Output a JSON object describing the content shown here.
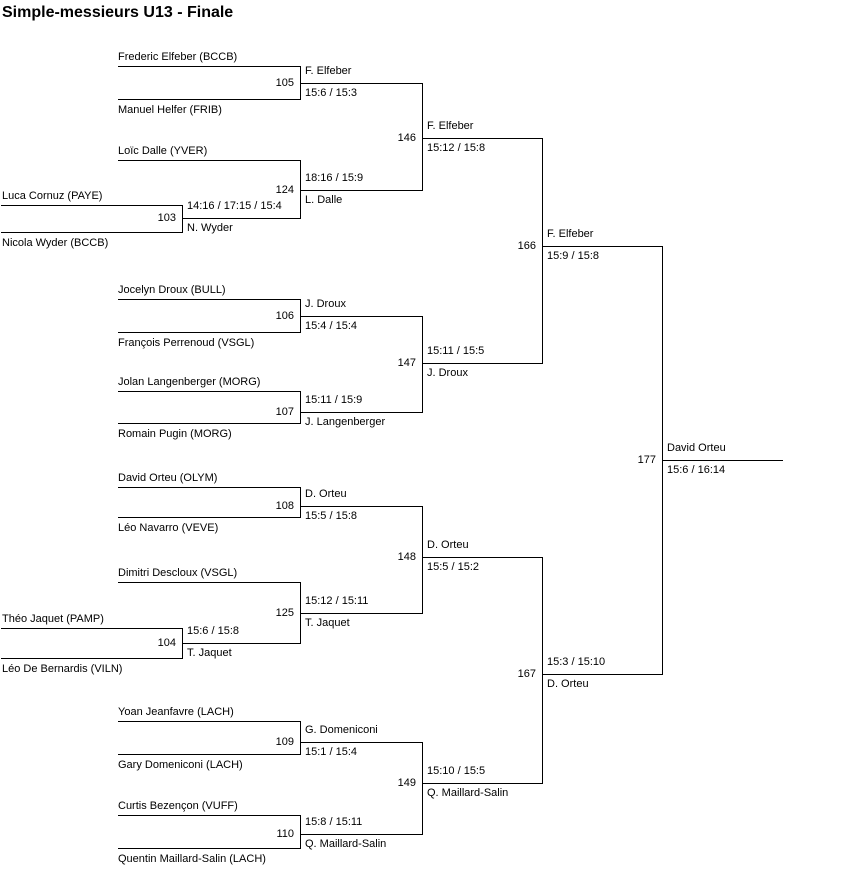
{
  "title": "Simple-messieurs U13 - Finale",
  "colors": {
    "background": "#ffffff",
    "line": "#000000",
    "text": "#000000"
  },
  "bracket": {
    "matches": [
      {
        "number": "103",
        "player1": "Luca Cornuz (PAYE)",
        "player2": "Nicola Wyder (BCCB)",
        "winner": "N. Wyder",
        "score": "14:16 / 17:15 / 15:4",
        "name_position": "below"
      },
      {
        "number": "104",
        "player1": "Théo Jaquet (PAMP)",
        "player2": "Léo De Bernardis (VILN)",
        "winner": "T. Jaquet",
        "score": "15:6 / 15:8",
        "name_position": "below"
      },
      {
        "number": "105",
        "player1": "Frederic Elfeber (BCCB)",
        "player2": "Manuel Helfer (FRIB)",
        "winner": "F. Elfeber",
        "score": "15:6 / 15:3",
        "name_position": "above"
      },
      {
        "number": "124",
        "player1": "Loïc Dalle (YVER)",
        "player2_from": "103",
        "winner": "L. Dalle",
        "score": "18:16 / 15:9",
        "name_position": "below"
      },
      {
        "number": "106",
        "player1": "Jocelyn Droux (BULL)",
        "player2": "François Perrenoud (VSGL)",
        "winner": "J. Droux",
        "score": "15:4 / 15:4",
        "name_position": "above"
      },
      {
        "number": "107",
        "player1": "Jolan Langenberger (MORG)",
        "player2": "Romain Pugin (MORG)",
        "winner": "J. Langenberger",
        "score": "15:11 / 15:9",
        "name_position": "below"
      },
      {
        "number": "108",
        "player1": "David Orteu (OLYM)",
        "player2": "Léo Navarro (VEVE)",
        "winner": "D. Orteu",
        "score": "15:5 / 15:8",
        "name_position": "above"
      },
      {
        "number": "125",
        "player1": "Dimitri Descloux (VSGL)",
        "player2_from": "104",
        "winner": "T. Jaquet",
        "score": "15:12 / 15:11",
        "name_position": "below"
      },
      {
        "number": "109",
        "player1": "Yoan Jeanfavre (LACH)",
        "player2": "Gary Domeniconi (LACH)",
        "winner": "G. Domeniconi",
        "score": "15:1 / 15:4",
        "name_position": "above"
      },
      {
        "number": "110",
        "player1": "Curtis Bezençon (VUFF)",
        "player2": "Quentin Maillard-Salin (LACH)",
        "winner": "Q. Maillard-Salin",
        "score": "15:8 / 15:11",
        "name_position": "below"
      },
      {
        "number": "146",
        "player1_from": "105",
        "player2_from": "124",
        "winner": "F. Elfeber",
        "score": "15:12 / 15:8",
        "name_position": "above"
      },
      {
        "number": "147",
        "player1_from": "106",
        "player2_from": "107",
        "winner": "J. Droux",
        "score": "15:11 / 15:5",
        "name_position": "below"
      },
      {
        "number": "148",
        "player1_from": "108",
        "player2_from": "125",
        "winner": "D. Orteu",
        "score": "15:5 / 15:2",
        "name_position": "above"
      },
      {
        "number": "149",
        "player1_from": "109",
        "player2_from": "110",
        "winner": "Q. Maillard-Salin",
        "score": "15:10 / 15:5",
        "name_position": "below"
      },
      {
        "number": "166",
        "player1_from": "146",
        "player2_from": "147",
        "winner": "F. Elfeber",
        "score": "15:9 / 15:8",
        "name_position": "above"
      },
      {
        "number": "167",
        "player1_from": "148",
        "player2_from": "149",
        "winner": "D. Orteu",
        "score": "15:3 / 15:10",
        "name_position": "below"
      },
      {
        "number": "177",
        "player1_from": "166",
        "player2_from": "167",
        "winner": "David Orteu",
        "score": "15:6 / 16:14",
        "name_position": "above"
      }
    ]
  }
}
